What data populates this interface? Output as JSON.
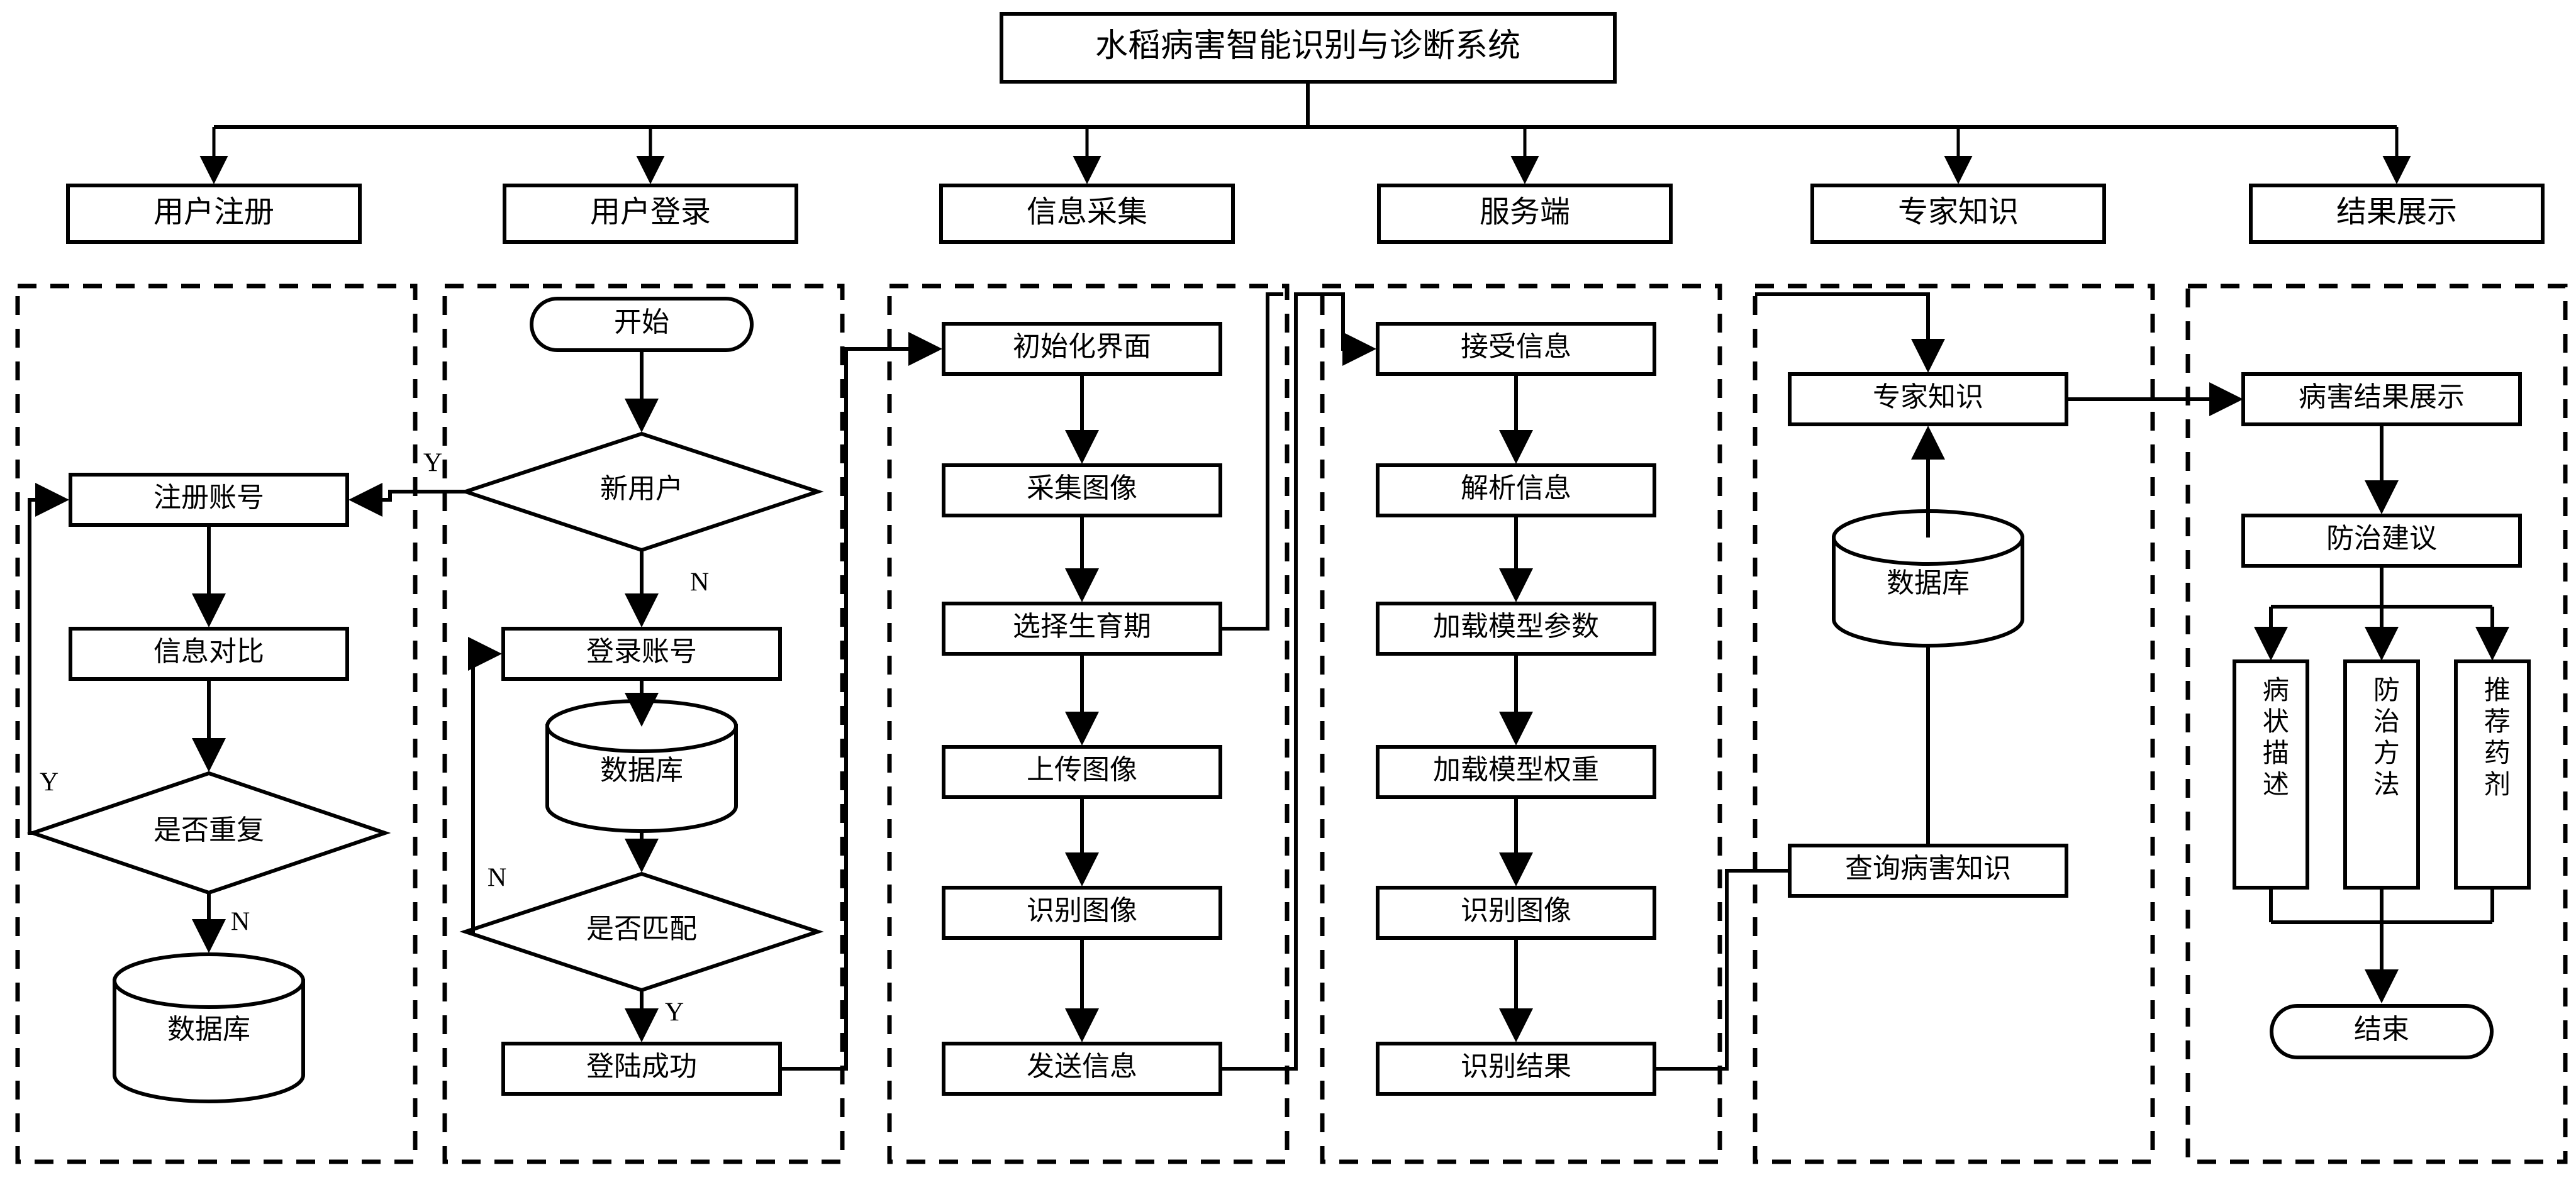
{
  "title": "水稻病害智能识别与诊断系统",
  "modules": [
    {
      "id": "reg",
      "label": "用户注册"
    },
    {
      "id": "login",
      "label": "用户登录"
    },
    {
      "id": "collect",
      "label": "信息采集"
    },
    {
      "id": "server",
      "label": "服务端"
    },
    {
      "id": "expert",
      "label": "专家知识"
    },
    {
      "id": "result",
      "label": "结果展示"
    }
  ],
  "chart_data": {
    "type": "diagram",
    "title": "水稻病害智能识别与诊断系统",
    "diagram_kind": "flowchart",
    "root": "水稻病害智能识别与诊断系统",
    "lanes": [
      {
        "name": "用户注册",
        "nodes": [
          {
            "id": "reg_account",
            "label": "注册账号",
            "shape": "process"
          },
          {
            "id": "info_compare",
            "label": "信息对比",
            "shape": "process"
          },
          {
            "id": "is_dup",
            "label": "是否重复",
            "shape": "decision"
          },
          {
            "id": "reg_db",
            "label": "数据库",
            "shape": "database"
          }
        ],
        "edges": [
          {
            "from": "reg_account",
            "to": "info_compare",
            "label": ""
          },
          {
            "from": "info_compare",
            "to": "is_dup",
            "label": ""
          },
          {
            "from": "is_dup",
            "to": "reg_db",
            "label": "N"
          },
          {
            "from": "is_dup",
            "to": "reg_account",
            "label": "Y"
          }
        ]
      },
      {
        "name": "用户登录",
        "nodes": [
          {
            "id": "start",
            "label": "开始",
            "shape": "terminator"
          },
          {
            "id": "new_user",
            "label": "新用户",
            "shape": "decision"
          },
          {
            "id": "login_account",
            "label": "登录账号",
            "shape": "process"
          },
          {
            "id": "login_db",
            "label": "数据库",
            "shape": "database"
          },
          {
            "id": "is_match",
            "label": "是否匹配",
            "shape": "decision"
          },
          {
            "id": "login_ok",
            "label": "登陆成功",
            "shape": "process"
          }
        ],
        "edges": [
          {
            "from": "start",
            "to": "new_user",
            "label": ""
          },
          {
            "from": "new_user",
            "to": "reg_account",
            "label": "Y"
          },
          {
            "from": "new_user",
            "to": "login_account",
            "label": "N"
          },
          {
            "from": "login_account",
            "to": "login_db",
            "label": ""
          },
          {
            "from": "login_db",
            "to": "is_match",
            "label": ""
          },
          {
            "from": "is_match",
            "to": "login_account",
            "label": "N"
          },
          {
            "from": "is_match",
            "to": "login_ok",
            "label": "Y"
          },
          {
            "from": "login_ok",
            "to": "init_ui",
            "label": ""
          }
        ]
      },
      {
        "name": "信息采集",
        "nodes": [
          {
            "id": "init_ui",
            "label": "初始化界面",
            "shape": "process"
          },
          {
            "id": "capture_img",
            "label": "采集图像",
            "shape": "process"
          },
          {
            "id": "select_stage",
            "label": "选择生育期",
            "shape": "process"
          },
          {
            "id": "upload_img",
            "label": "上传图像",
            "shape": "process"
          },
          {
            "id": "recog_img",
            "label": "识别图像",
            "shape": "process"
          },
          {
            "id": "send_info",
            "label": "发送信息",
            "shape": "process"
          }
        ],
        "edges": [
          {
            "from": "init_ui",
            "to": "capture_img",
            "label": ""
          },
          {
            "from": "capture_img",
            "to": "select_stage",
            "label": ""
          },
          {
            "from": "select_stage",
            "to": "upload_img",
            "label": ""
          },
          {
            "from": "upload_img",
            "to": "recog_img",
            "label": ""
          },
          {
            "from": "recog_img",
            "to": "send_info",
            "label": ""
          },
          {
            "from": "send_info",
            "to": "recv_info",
            "label": ""
          }
        ]
      },
      {
        "name": "服务端",
        "nodes": [
          {
            "id": "recv_info",
            "label": "接受信息",
            "shape": "process"
          },
          {
            "id": "parse_info",
            "label": "解析信息",
            "shape": "process"
          },
          {
            "id": "load_params",
            "label": "加载模型参数",
            "shape": "process"
          },
          {
            "id": "load_weights",
            "label": "加载模型权重",
            "shape": "process"
          },
          {
            "id": "srv_recog_img",
            "label": "识别图像",
            "shape": "process"
          },
          {
            "id": "recog_result",
            "label": "识别结果",
            "shape": "process"
          }
        ],
        "edges": [
          {
            "from": "recv_info",
            "to": "parse_info",
            "label": ""
          },
          {
            "from": "parse_info",
            "to": "load_params",
            "label": ""
          },
          {
            "from": "load_params",
            "to": "load_weights",
            "label": ""
          },
          {
            "from": "load_weights",
            "to": "srv_recog_img",
            "label": ""
          },
          {
            "from": "srv_recog_img",
            "to": "recog_result",
            "label": ""
          },
          {
            "from": "recog_result",
            "to": "query_disease",
            "label": ""
          }
        ]
      },
      {
        "name": "专家知识",
        "nodes": [
          {
            "id": "expert_know",
            "label": "专家知识",
            "shape": "process"
          },
          {
            "id": "expert_db",
            "label": "数据库",
            "shape": "database"
          },
          {
            "id": "query_disease",
            "label": "查询病害知识",
            "shape": "process"
          }
        ],
        "edges": [
          {
            "from": "query_disease",
            "to": "expert_db",
            "label": ""
          },
          {
            "from": "expert_db",
            "to": "expert_know",
            "label": ""
          },
          {
            "from": "expert_know",
            "to": "disease_result",
            "label": ""
          }
        ]
      },
      {
        "name": "结果展示",
        "nodes": [
          {
            "id": "disease_result",
            "label": "病害结果展示",
            "shape": "process"
          },
          {
            "id": "prevent_advice",
            "label": "防治建议",
            "shape": "process"
          },
          {
            "id": "symptom_desc",
            "label": "病状描述",
            "shape": "process-vertical"
          },
          {
            "id": "control_method",
            "label": "防治方法",
            "shape": "process-vertical"
          },
          {
            "id": "recommend_drug",
            "label": "推荐药剂",
            "shape": "process-vertical"
          },
          {
            "id": "end",
            "label": "结束",
            "shape": "terminator"
          }
        ],
        "edges": [
          {
            "from": "disease_result",
            "to": "prevent_advice",
            "label": ""
          },
          {
            "from": "prevent_advice",
            "to": "symptom_desc",
            "label": ""
          },
          {
            "from": "prevent_advice",
            "to": "control_method",
            "label": ""
          },
          {
            "from": "prevent_advice",
            "to": "recommend_drug",
            "label": ""
          },
          {
            "from": "symptom_desc",
            "to": "end",
            "label": ""
          },
          {
            "from": "control_method",
            "to": "end",
            "label": ""
          },
          {
            "from": "recommend_drug",
            "to": "end",
            "label": ""
          }
        ]
      }
    ],
    "branch_labels": [
      "Y",
      "N",
      "Y",
      "N",
      "N",
      "Y"
    ]
  },
  "nodes": {
    "reg_account": "注册账号",
    "info_compare": "信息对比",
    "is_dup": "是否重复",
    "reg_db": "数据库",
    "start": "开始",
    "new_user": "新用户",
    "login_account": "登录账号",
    "login_db": "数据库",
    "is_match": "是否匹配",
    "login_ok": "登陆成功",
    "init_ui": "初始化界面",
    "capture_img": "采集图像",
    "select_stage": "选择生育期",
    "upload_img": "上传图像",
    "recog_img": "识别图像",
    "send_info": "发送信息",
    "recv_info": "接受信息",
    "parse_info": "解析信息",
    "load_params": "加载模型参数",
    "load_weights": "加载模型权重",
    "srv_recog_img": "识别图像",
    "recog_result": "识别结果",
    "expert_know": "专家知识",
    "expert_db": "数据库",
    "query_disease": "查询病害知识",
    "disease_result": "病害结果展示",
    "prevent_advice": "防治建议",
    "symptom_desc": "病状描述",
    "control_method": "防治方法",
    "recommend_drug": "推荐药剂",
    "end": "结束"
  },
  "labels": {
    "reg_y": "Y",
    "reg_n": "N",
    "login_y": "Y",
    "login_n": "N",
    "match_n": "N",
    "match_y": "Y"
  },
  "colors": {
    "stroke": "#000000",
    "fill": "#ffffff",
    "background": "#ffffff"
  }
}
